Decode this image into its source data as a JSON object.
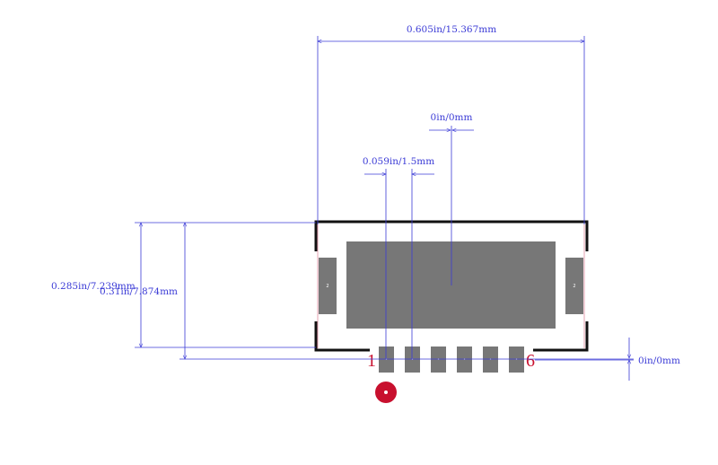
{
  "dimensions": {
    "width": "0.605in/15.367mm",
    "pin_offset": "0in/0mm",
    "pitch": "0.059in/1.5mm",
    "height_body": "0.285in/7.239mm",
    "height_total": "0.31in/7.874mm",
    "pad_offset": "0in/0mm"
  },
  "pins": {
    "first": "1",
    "last": "6",
    "count": 6
  },
  "side_pad_tag": "2",
  "colors": {
    "dimension": "#3b3bd6",
    "pad": "#777777",
    "outline": "#111111",
    "pin_label": "#c8102e",
    "marker": "#c8102e"
  }
}
